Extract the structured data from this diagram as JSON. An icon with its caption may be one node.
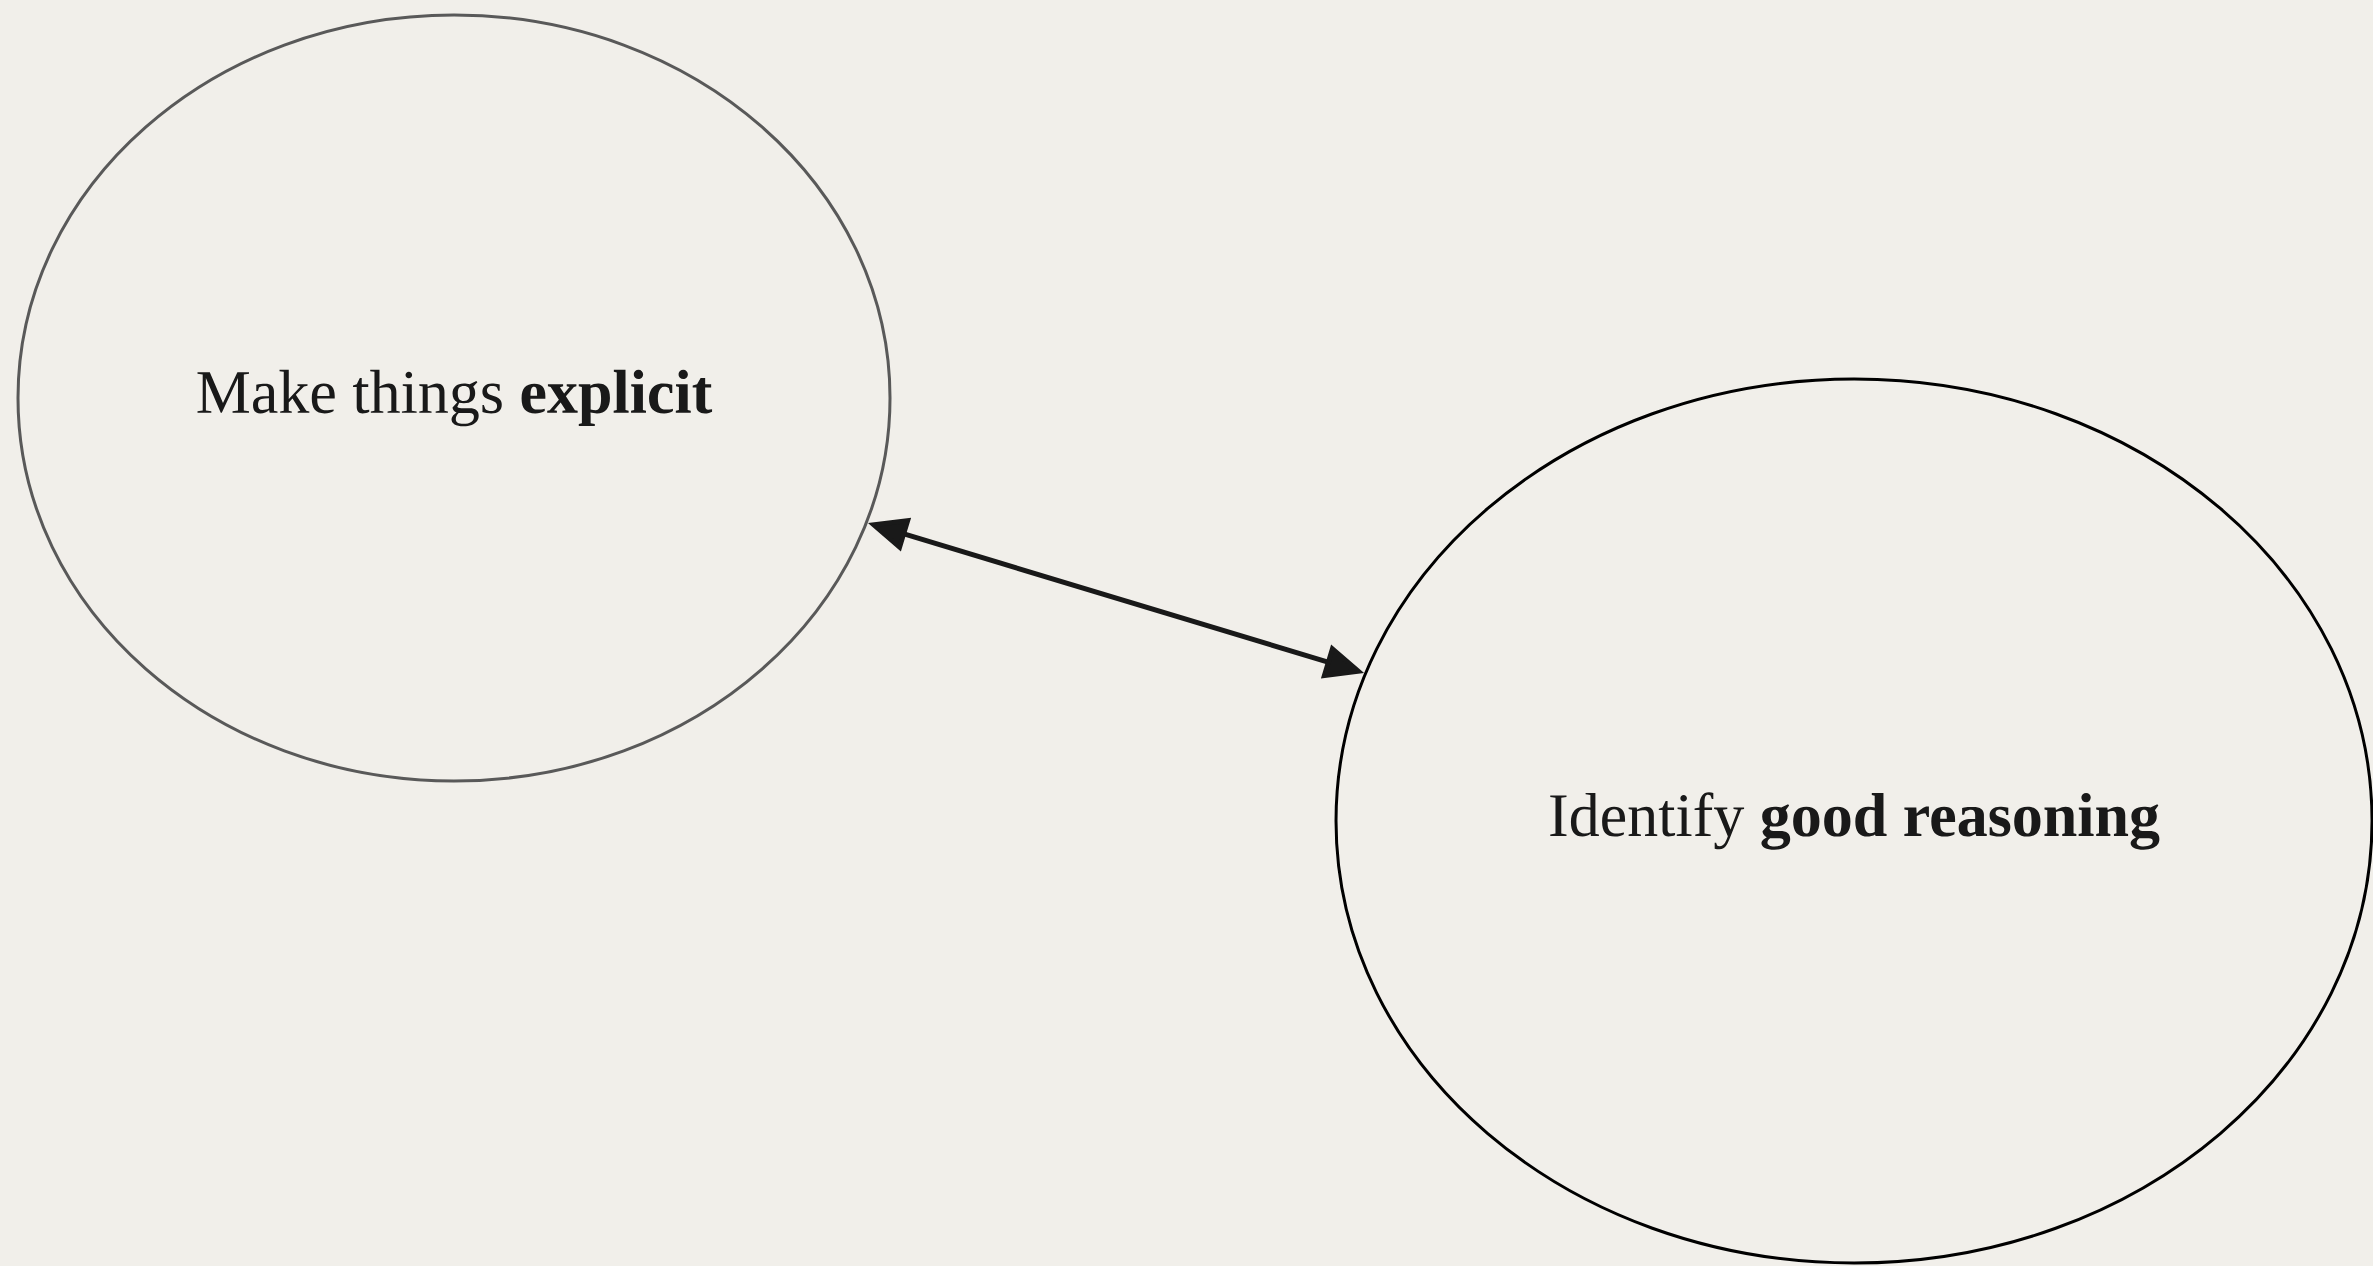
{
  "diagram": {
    "nodes": [
      {
        "text": [
          "Make things **explicit**"
        ]
      },
      {
        "text": [
          "Identify **good reasoning**"
        ]
      }
    ],
    "edges": [
      {
        "from": 0,
        "to": 1,
        "arrow": "both"
      }
    ]
  }
}
